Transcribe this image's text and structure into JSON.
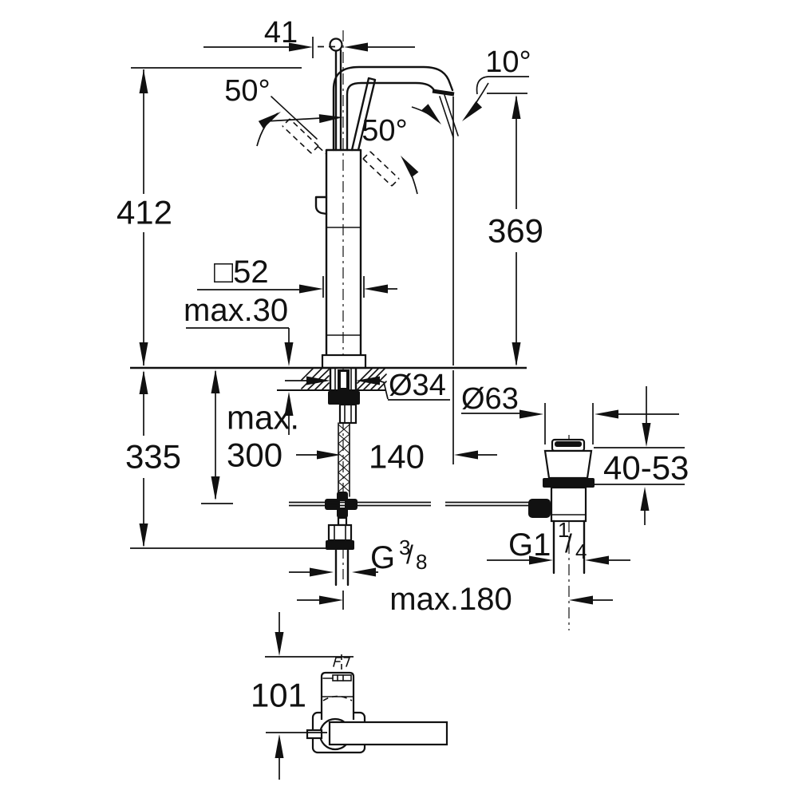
{
  "drawing": {
    "background": "#ffffff",
    "line_color": "#111111",
    "views": {
      "side_view": "faucet side elevation",
      "below_deck": "mounting shank, threaded rod and supply hose",
      "drain_view": "pop-up waste drain",
      "top_view": "faucet top view with lever"
    },
    "dimensions": {
      "lever_offset": "41",
      "spout_angle": "10°",
      "lever_swing_left": "50°",
      "lever_swing_right": "50°",
      "total_height": "412",
      "spout_height": "369",
      "body_square": "□52",
      "deck_thickness": "max.30",
      "shank_diameter": "Ø34",
      "hose_length_word": "max.",
      "hose_length_value": "300",
      "below_deck_height": "335",
      "spout_reach": "140",
      "drain_flange_diameter": "Ø63",
      "basin_thickness_range": "40-53",
      "supply_thread_g": "G",
      "supply_thread_num": "3",
      "supply_thread_slash": "/",
      "supply_thread_den": "8",
      "reach_to_drain": "max.180",
      "drain_thread_g": "G1",
      "drain_thread_num": "1",
      "drain_thread_slash": "/",
      "drain_thread_den": "4",
      "top_view_depth": "101"
    }
  }
}
